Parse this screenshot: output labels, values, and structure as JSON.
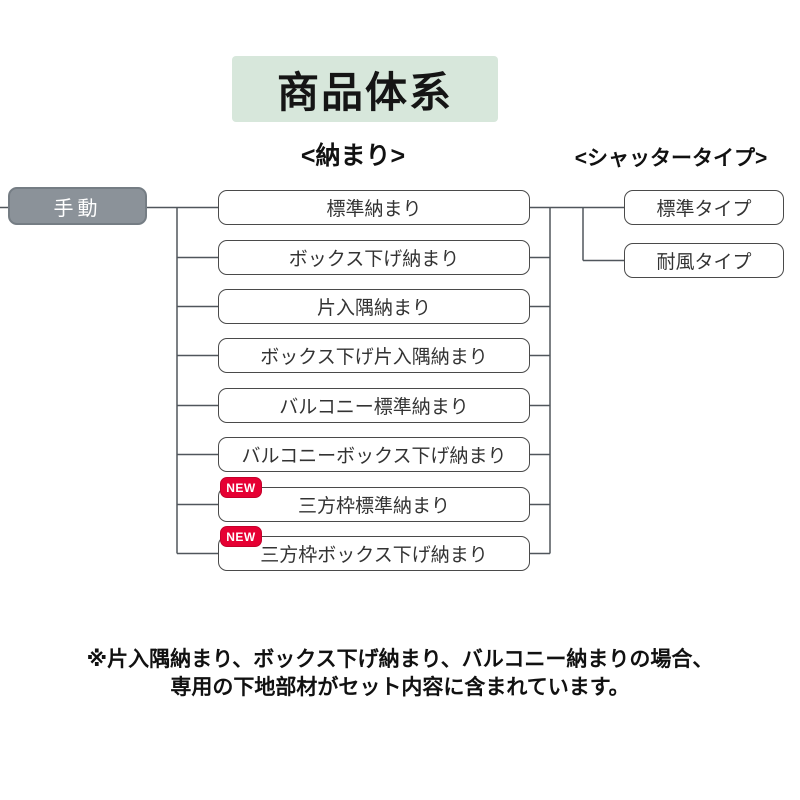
{
  "title": "商品体系",
  "headers": {
    "fitting": "<納まり>",
    "shutter_type": "<シャッタータイプ>"
  },
  "root": {
    "label": "手動"
  },
  "badge": {
    "new_label": "NEW"
  },
  "fittings": [
    {
      "label": "標準納まり",
      "new": false
    },
    {
      "label": "ボックス下げ納まり",
      "new": false
    },
    {
      "label": "片入隅納まり",
      "new": false
    },
    {
      "label": "ボックス下げ片入隅納まり",
      "new": false
    },
    {
      "label": "バルコニー標準納まり",
      "new": false
    },
    {
      "label": "バルコニーボックス下げ納まり",
      "new": false
    },
    {
      "label": "三方枠標準納まり",
      "new": true
    },
    {
      "label": "三方枠ボックス下げ納まり",
      "new": true
    }
  ],
  "shutter_types": [
    {
      "label": "標準タイプ"
    },
    {
      "label": "耐風タイプ"
    }
  ],
  "note": {
    "line1": "※片入隅納まり、ボックス下げ納まり、バルコニー納まりの場合、",
    "line2": "専用の下地部材がセット内容に含まれています。"
  },
  "colors": {
    "title_bg": "#d7e7db",
    "root_bg": "#8b9299",
    "new_badge": "#e60033",
    "connector_line": "#50565c"
  }
}
